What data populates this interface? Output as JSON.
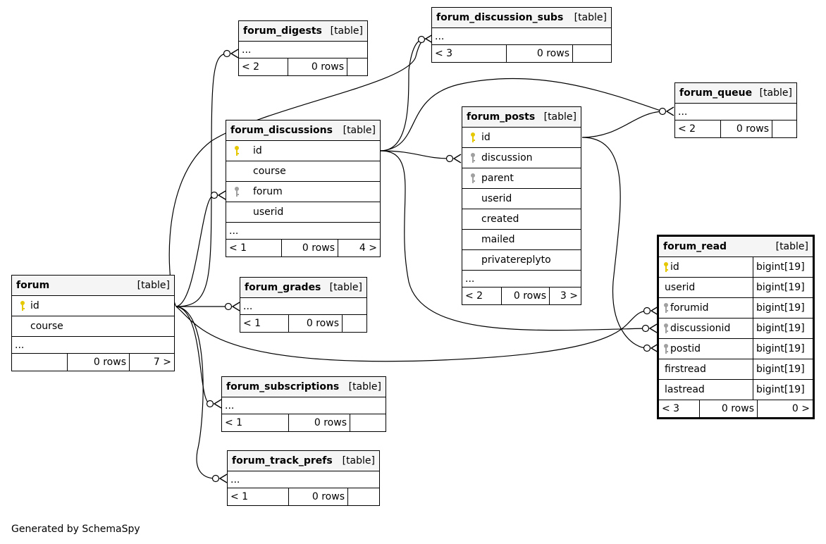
{
  "tables": {
    "forum_digests": {
      "name": "forum_digests",
      "kind": "[table]",
      "ellipsis": "...",
      "prev": "< 2",
      "rows": "0 rows",
      "next": ""
    },
    "forum_discussion_subs": {
      "name": "forum_discussion_subs",
      "kind": "[table]",
      "ellipsis": "...",
      "prev": "< 3",
      "rows": "0 rows",
      "next": ""
    },
    "forum_queue": {
      "name": "forum_queue",
      "kind": "[table]",
      "ellipsis": "...",
      "prev": "< 2",
      "rows": "0 rows",
      "next": ""
    },
    "forum_discussions": {
      "name": "forum_discussions",
      "kind": "[table]",
      "columns": [
        "id",
        "course",
        "forum",
        "userid"
      ],
      "ellipsis": "...",
      "prev": "< 1",
      "rows": "0 rows",
      "next": "4 >"
    },
    "forum_posts": {
      "name": "forum_posts",
      "kind": "[table]",
      "columns": [
        "id",
        "discussion",
        "parent",
        "userid",
        "created",
        "mailed",
        "privatereplyto"
      ],
      "ellipsis": "...",
      "prev": "< 2",
      "rows": "0 rows",
      "next": "3 >"
    },
    "forum": {
      "name": "forum",
      "kind": "[table]",
      "columns": [
        "id",
        "course"
      ],
      "ellipsis": "...",
      "prev": "",
      "rows": "0 rows",
      "next": "7 >"
    },
    "forum_grades": {
      "name": "forum_grades",
      "kind": "[table]",
      "ellipsis": "...",
      "prev": "< 1",
      "rows": "0 rows",
      "next": ""
    },
    "forum_read": {
      "name": "forum_read",
      "kind": "[table]",
      "columns": [
        {
          "name": "id",
          "type": "bigint[19]"
        },
        {
          "name": "userid",
          "type": "bigint[19]"
        },
        {
          "name": "forumid",
          "type": "bigint[19]"
        },
        {
          "name": "discussionid",
          "type": "bigint[19]"
        },
        {
          "name": "postid",
          "type": "bigint[19]"
        },
        {
          "name": "firstread",
          "type": "bigint[19]"
        },
        {
          "name": "lastread",
          "type": "bigint[19]"
        }
      ],
      "prev": "< 3",
      "rows": "0 rows",
      "next": "0 >"
    },
    "forum_subscriptions": {
      "name": "forum_subscriptions",
      "kind": "[table]",
      "ellipsis": "...",
      "prev": "< 1",
      "rows": "0 rows",
      "next": ""
    },
    "forum_track_prefs": {
      "name": "forum_track_prefs",
      "kind": "[table]",
      "ellipsis": "...",
      "prev": "< 1",
      "rows": "0 rows",
      "next": ""
    }
  },
  "colors": {
    "primary_key": "#e6c800",
    "foreign_key": "#a0a0a0"
  },
  "credit": "Generated by SchemaSpy"
}
